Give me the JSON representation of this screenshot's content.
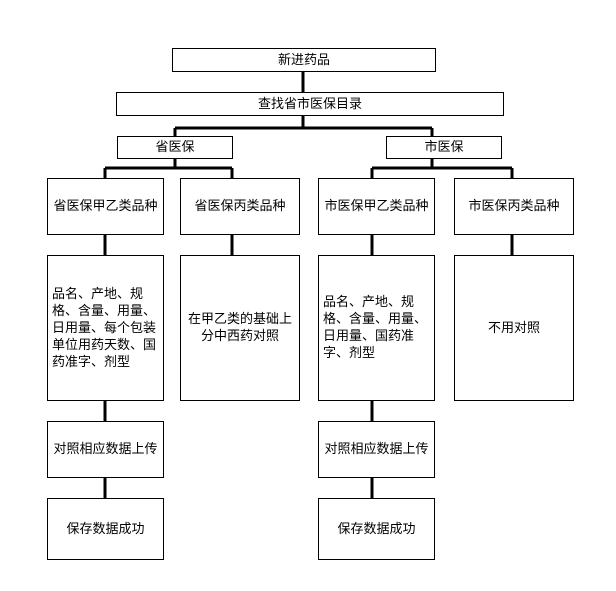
{
  "root": {
    "label": "新进药品"
  },
  "search": {
    "label": "查找省市医保目录"
  },
  "provincial": {
    "label": "省医保",
    "class_ab": {
      "label": "省医保甲乙类品种",
      "fields": "品名、产地、规格、含量、用量、日用量、每个包装单位用药天数、国药准字、剂型",
      "upload": "对照相应数据上传",
      "save": "保存数据成功"
    },
    "class_c": {
      "label": "省医保丙类品种",
      "note": "在甲乙类的基础上分中西药对照"
    }
  },
  "municipal": {
    "label": "市医保",
    "class_ab": {
      "label": "市医保甲乙类品种",
      "fields": "品名、产地、规格、含量、用量、日用量、国药准字、剂型",
      "upload": "对照相应数据上传",
      "save": "保存数据成功"
    },
    "class_c": {
      "label": "市医保丙类品种",
      "note": "不用对照"
    }
  }
}
